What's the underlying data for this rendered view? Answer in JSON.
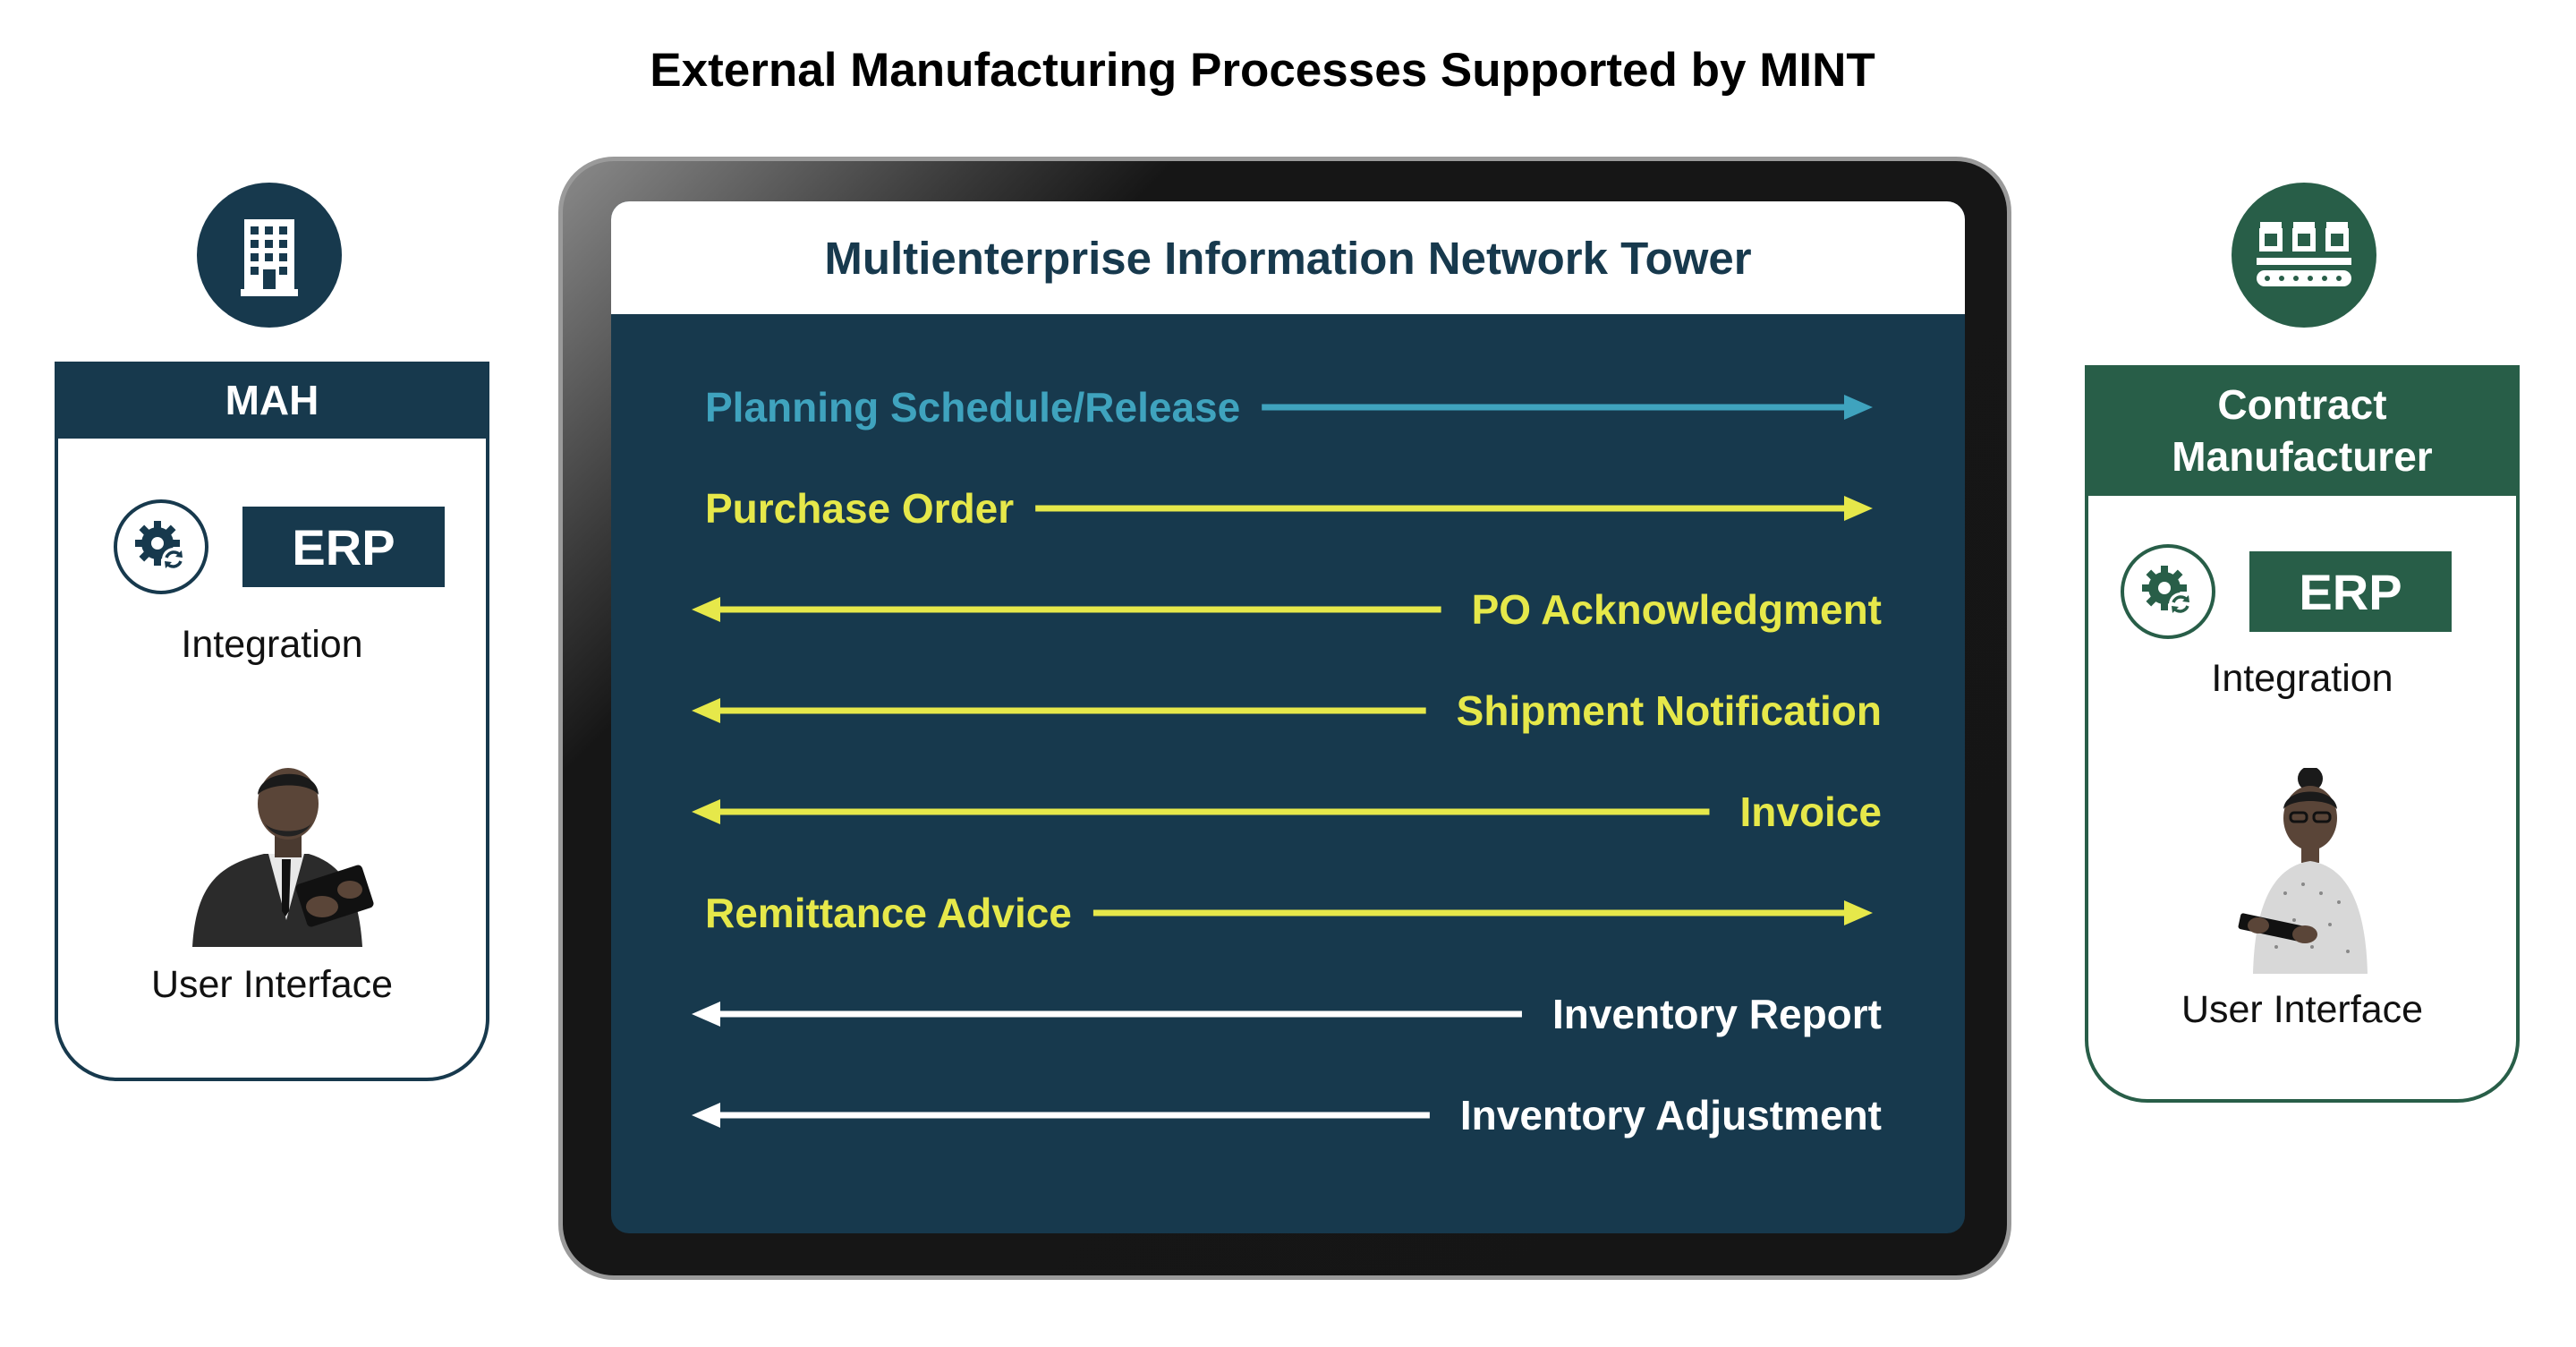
{
  "page_title": "External Manufacturing Processes Supported by MINT",
  "colors": {
    "navy": "#17394d",
    "green": "#285e48",
    "teal": "#3fa3be",
    "yellow": "#e6e84a",
    "white": "#ffffff"
  },
  "left_panel": {
    "icon": "building-icon",
    "title": "MAH",
    "erp_label": "ERP",
    "integration_label": "Integration",
    "ui_label": "User Interface"
  },
  "right_panel": {
    "icon": "factory-conveyor-icon",
    "title_line1": "Contract",
    "title_line2": "Manufacturer",
    "erp_label": "ERP",
    "integration_label": "Integration",
    "ui_label": "User Interface"
  },
  "tower": {
    "title": "Multienterprise Information Network Tower",
    "flows": [
      {
        "label": "Planning Schedule/Release",
        "direction": "right",
        "color": "teal"
      },
      {
        "label": "Purchase Order",
        "direction": "right",
        "color": "yellow"
      },
      {
        "label": "PO Acknowledgment",
        "direction": "left",
        "color": "yellow"
      },
      {
        "label": "Shipment Notification",
        "direction": "left",
        "color": "yellow"
      },
      {
        "label": "Invoice",
        "direction": "left",
        "color": "yellow"
      },
      {
        "label": "Remittance Advice",
        "direction": "right",
        "color": "yellow"
      },
      {
        "label": "Inventory Report",
        "direction": "left",
        "color": "white"
      },
      {
        "label": "Inventory Adjustment",
        "direction": "left",
        "color": "white"
      }
    ]
  }
}
